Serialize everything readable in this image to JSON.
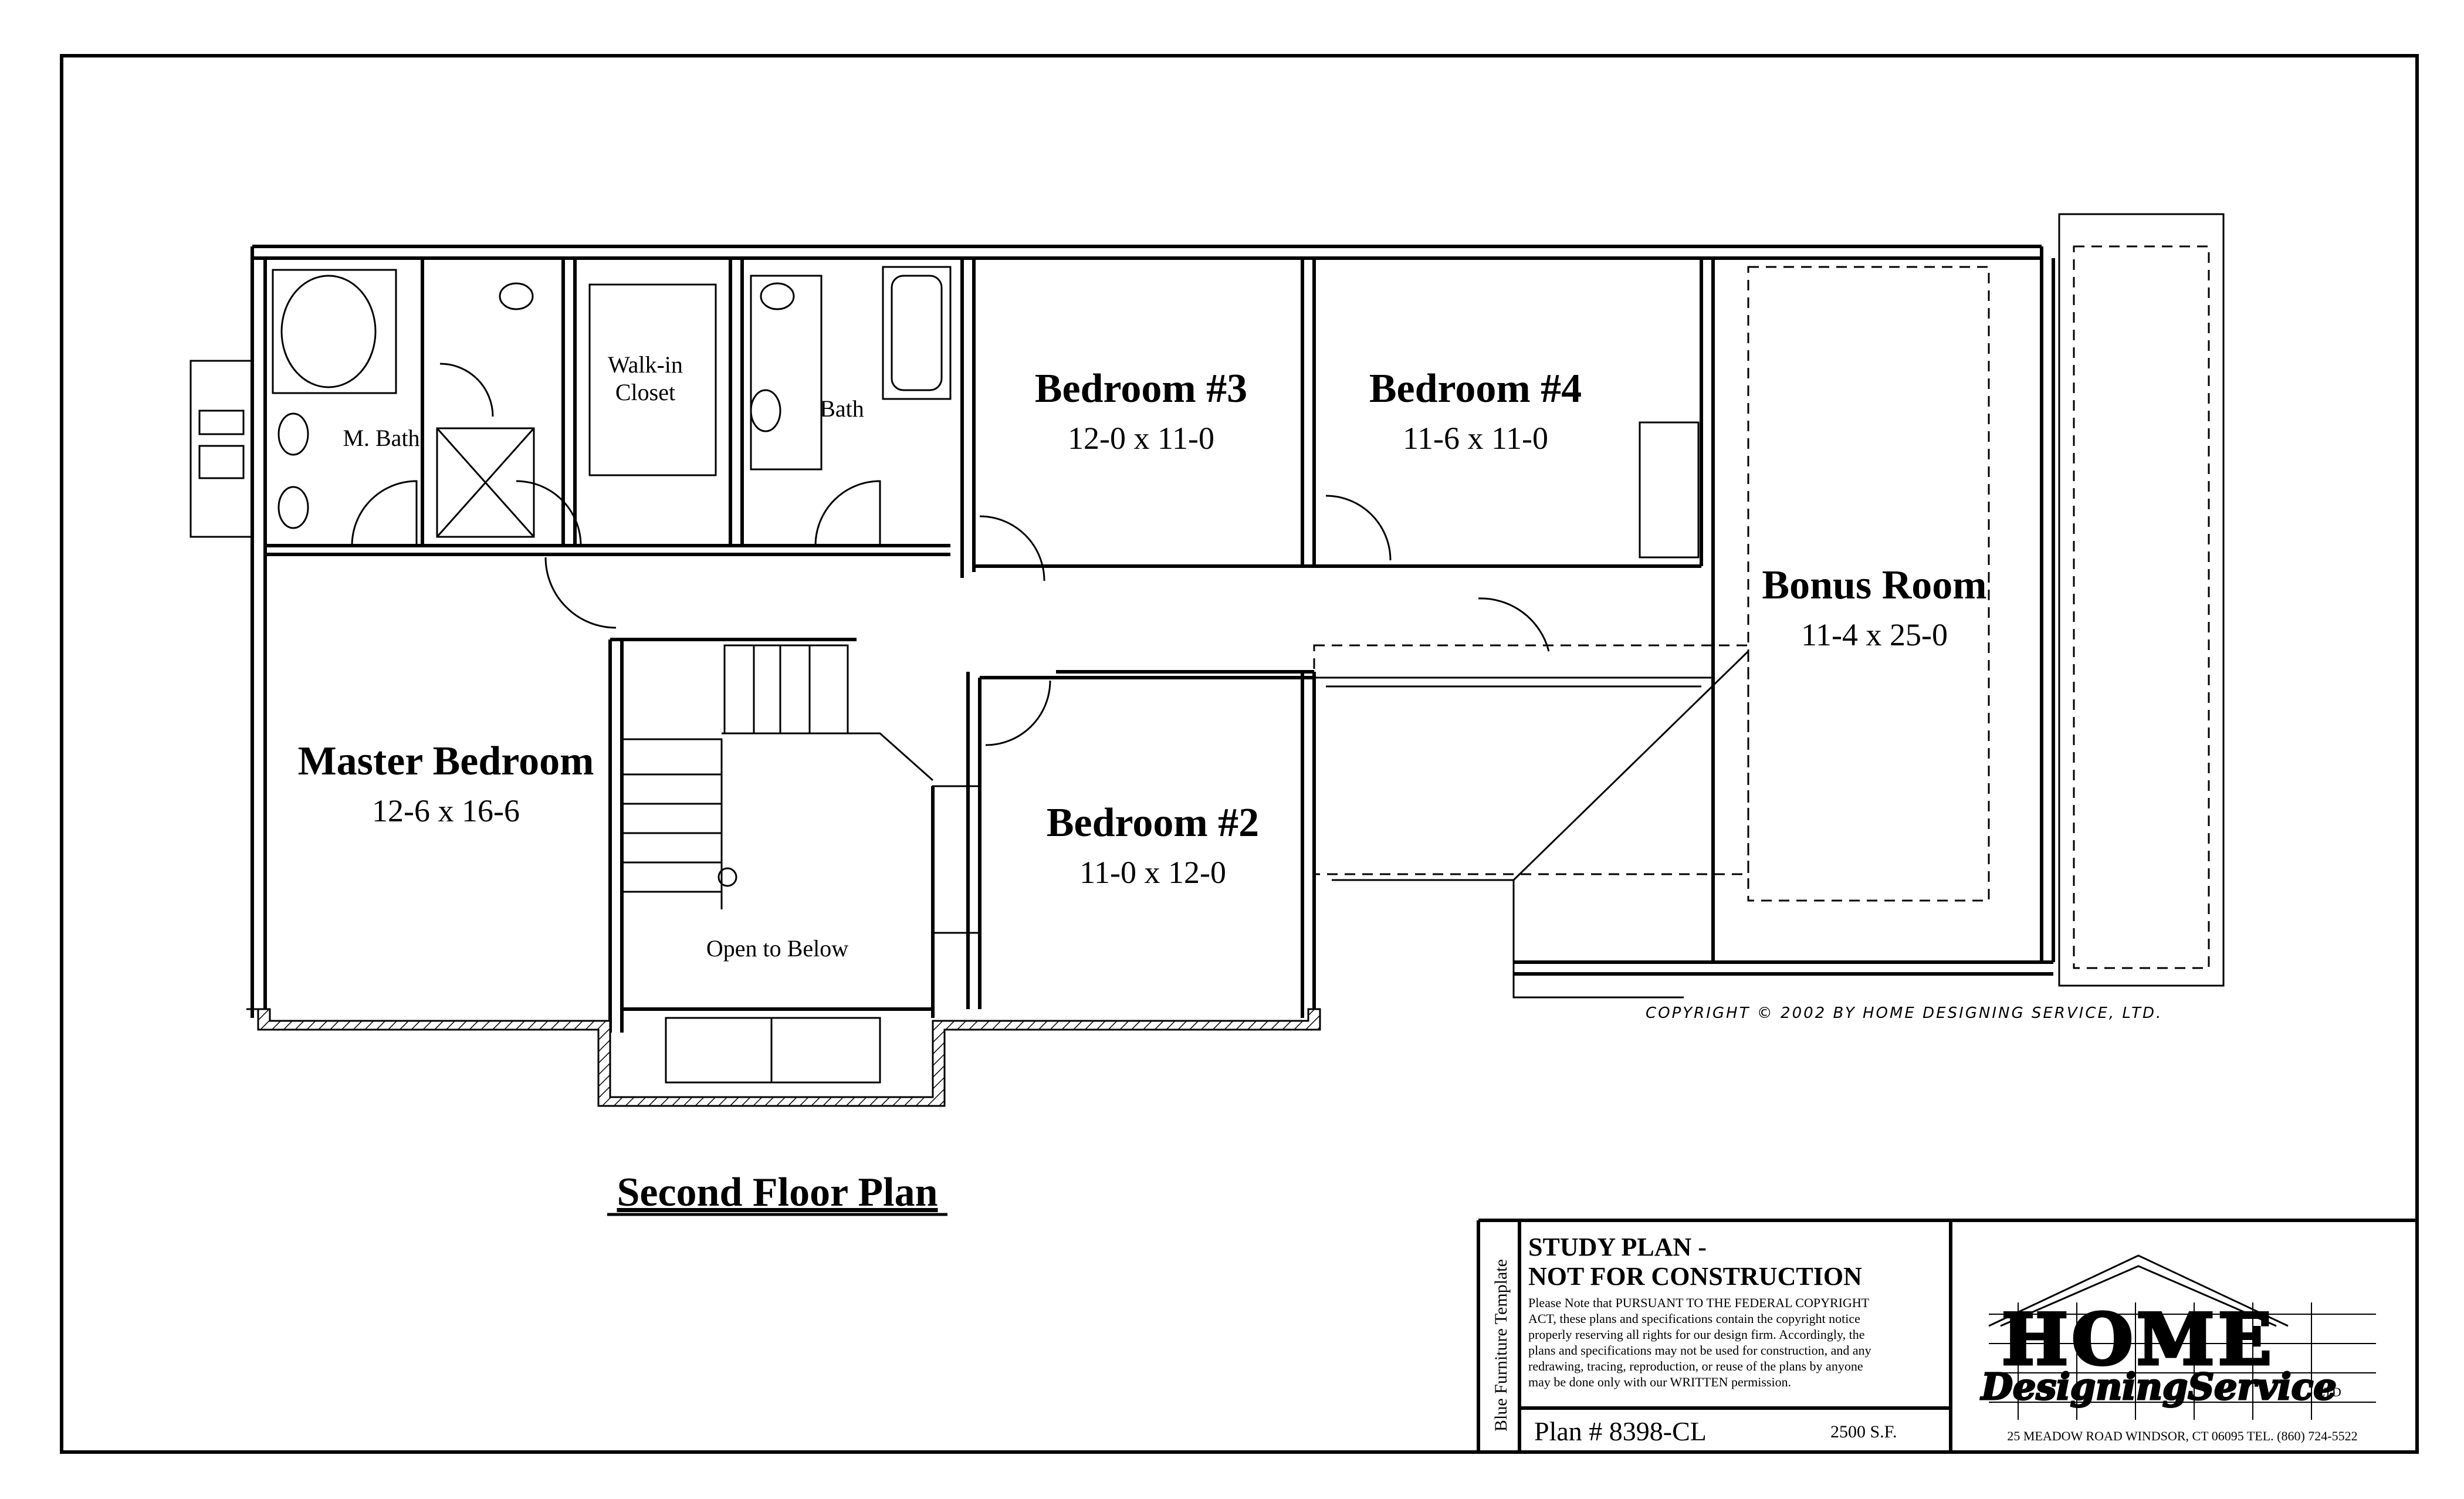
{
  "rooms": {
    "m_bath": "M. Bath",
    "walk_in_closet_line1": "Walk-in",
    "walk_in_closet_line2": "Closet",
    "bath": "Bath",
    "bedroom3": {
      "name": "Bedroom #3",
      "dim": "12-0 x 11-0"
    },
    "bedroom4": {
      "name": "Bedroom #4",
      "dim": "11-6 x 11-0"
    },
    "bonus_room": {
      "name": "Bonus Room",
      "dim": "11-4 x 25-0"
    },
    "master_bedroom": {
      "name": "Master Bedroom",
      "dim": "12-6 x 16-6"
    },
    "bedroom2": {
      "name": "Bedroom #2",
      "dim": "11-0 x 12-0"
    },
    "open_to_below": "Open to Below"
  },
  "copyright": "COPYRIGHT © 2002 BY HOME DESIGNING SERVICE, LTD.",
  "plan_title": "Second Floor Plan",
  "title_block": {
    "side_text": "Blue Furniture Template",
    "study_line1": "STUDY PLAN -",
    "study_line2": "NOT FOR CONSTRUCTION",
    "notice": [
      "Please Note that PURSUANT TO THE FEDERAL COPYRIGHT",
      "ACT, these plans and specifications contain the copyright notice",
      "properly reserving all rights for our design firm. Accordingly, the",
      "plans and specifications may not be used for construction, and any",
      "redrawing, tracing, reproduction, or reuse of the plans by anyone",
      "may be done only with our WRITTEN permission."
    ],
    "plan_number": "Plan # 8398-CL",
    "square_feet": "2500 S.F.",
    "logo_word1": "HOME",
    "logo_word2": "DesigningService",
    "logo_ltd": "LTD",
    "address": "25 MEADOW ROAD    WINDSOR, CT 06095    TEL. (860) 724-5522"
  }
}
